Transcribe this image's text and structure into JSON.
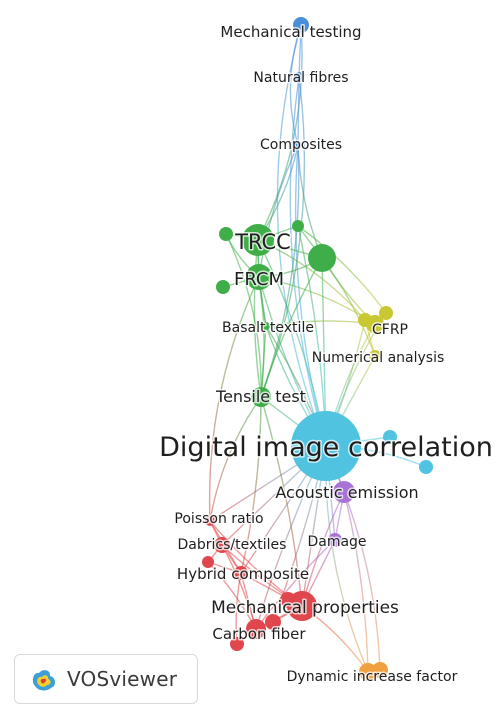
{
  "colors": {
    "blue": "#4a90d9",
    "green": "#3fae49",
    "yellow": "#c8c832",
    "cyan": "#4fc3e0",
    "purple": "#a872d6",
    "red": "#e0474c",
    "orange": "#f0a040"
  },
  "nodes": [
    {
      "id": "mechanical-testing",
      "label": "Mechanical testing",
      "cluster": "blue"
    },
    {
      "id": "natural-fibres",
      "label": "Natural fibres",
      "cluster": "blue"
    },
    {
      "id": "composites",
      "label": "Composites",
      "cluster": "blue"
    },
    {
      "id": "trcc",
      "label": "TRCC",
      "cluster": "green"
    },
    {
      "id": "frcm",
      "label": "FRCM",
      "cluster": "green"
    },
    {
      "id": "basalt-textile",
      "label": "Basalt textile",
      "cluster": "green"
    },
    {
      "id": "tensile-test",
      "label": "Tensile test",
      "cluster": "green"
    },
    {
      "id": "cfrp",
      "label": "CFRP",
      "cluster": "yellow"
    },
    {
      "id": "numerical-analysis",
      "label": "Numerical analysis",
      "cluster": "yellow"
    },
    {
      "id": "digital-image-correlation",
      "label": "Digital image correlation",
      "cluster": "cyan"
    },
    {
      "id": "acoustic-emission",
      "label": "Acoustic emission",
      "cluster": "purple"
    },
    {
      "id": "damage",
      "label": "Damage",
      "cluster": "purple"
    },
    {
      "id": "poisson-ratio",
      "label": "Poisson ratio",
      "cluster": "red"
    },
    {
      "id": "dabrics-textiles",
      "label": "Dabrics/textiles",
      "cluster": "red"
    },
    {
      "id": "hybrid-composite",
      "label": "Hybrid composite",
      "cluster": "red"
    },
    {
      "id": "mechanical-properties",
      "label": "Mechanical properties",
      "cluster": "red"
    },
    {
      "id": "carbon-fiber",
      "label": "Carbon fiber",
      "cluster": "red"
    },
    {
      "id": "dynamic-increase-factor",
      "label": "Dynamic increase factor",
      "cluster": "orange"
    }
  ],
  "logo": {
    "text": "VOSviewer",
    "icon": "vosviewer-logo-icon"
  }
}
